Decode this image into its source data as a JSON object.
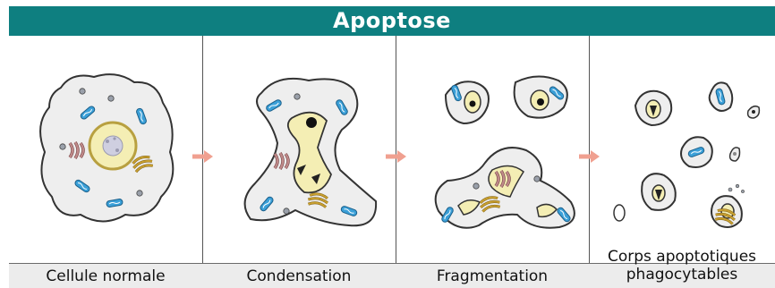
{
  "title": "Apoptose",
  "stages": [
    {
      "label": "Cellule normale"
    },
    {
      "label": "Condensation"
    },
    {
      "label": "Fragmentation"
    },
    {
      "label_line1": "Corps apoptotiques",
      "label_line2": "phagocytables"
    }
  ],
  "colors": {
    "title_bar": "#0e7f80",
    "title_text": "#ffffff",
    "cell_fill": "#eeeeee",
    "mitochondria": "#3ba0d8",
    "golgi": "#c8a030",
    "reticulum": "#b07a7a",
    "nucleus": "#f4eeb4",
    "arrow": "#f0a090"
  },
  "icons": [
    "cell-normal-drawing",
    "cell-condensation-drawing",
    "cell-fragmentation-drawing",
    "apoptotic-bodies-drawing",
    "arrow-right-icon"
  ]
}
